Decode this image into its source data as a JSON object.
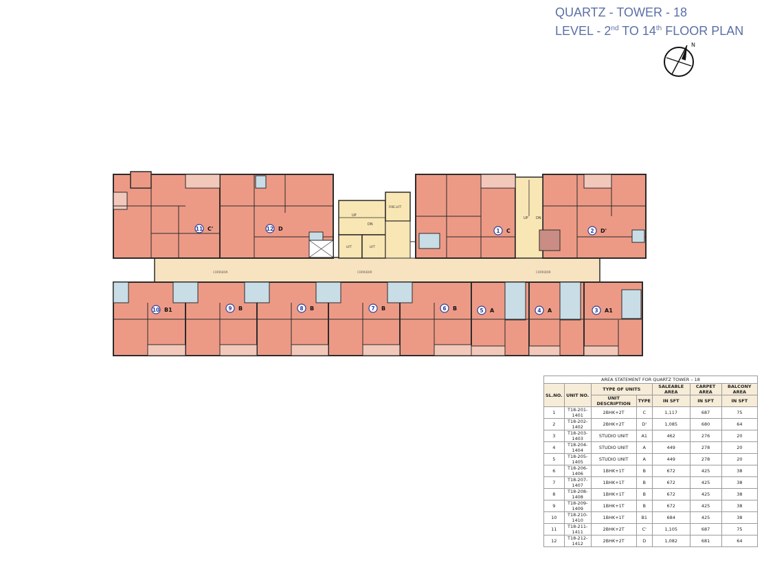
{
  "header": {
    "line1": "QUARTZ - TOWER - 18",
    "line2_prefix": "LEVEL - 2",
    "line2_sup1": "nd",
    "line2_mid": " TO 14",
    "line2_sup2": "th",
    "line2_suffix": " FLOOR PLAN"
  },
  "compass": {
    "north_label": "N",
    "icon": "north-arrow-icon"
  },
  "colors": {
    "room": "#ec9a86",
    "corridor": "#f8e3c0",
    "wall": "#2a2a2a",
    "balcony": "#f2c8bb",
    "toilet_blue": "#c8dde6",
    "title": "#5b6fa6",
    "badge": "#2b3d9a"
  },
  "plan": {
    "corridor_label": "CORRIDOR",
    "lift_label": "LIFT",
    "fire_lift_label": "FIRE LIFT",
    "up_label": "UP",
    "dn_label": "DN",
    "units": [
      {
        "num": "11",
        "type": "C'"
      },
      {
        "num": "12",
        "type": "D"
      },
      {
        "num": "1",
        "type": "C"
      },
      {
        "num": "2",
        "type": "D'"
      },
      {
        "num": "10",
        "type": "B1"
      },
      {
        "num": "9",
        "type": "B"
      },
      {
        "num": "8",
        "type": "B"
      },
      {
        "num": "7",
        "type": "B"
      },
      {
        "num": "6",
        "type": "B"
      },
      {
        "num": "5",
        "type": "A"
      },
      {
        "num": "4",
        "type": "A"
      },
      {
        "num": "3",
        "type": "A1"
      }
    ]
  },
  "area_statement": {
    "caption": "AREA STATEMENT FOR QUARTZ TOWER – 18",
    "headers": {
      "sl_no": "SL.NO.",
      "unit_no": "UNIT NO.",
      "type_of_units": "TYPE OF UNITS",
      "unit_description": "UNIT DESCRIPTION",
      "type": "TYPE",
      "saleable": "SALEABLE AREA",
      "carpet": "CARPET AREA",
      "balcony": "BALCONY AREA",
      "unit_sft": "IN SFT"
    },
    "rows": [
      [
        "1",
        "T18-201-1401",
        "2BHK+2T",
        "C",
        "1,117",
        "687",
        "75"
      ],
      [
        "2",
        "T18-202-1402",
        "2BHK+2T",
        "D'",
        "1,085",
        "680",
        "64"
      ],
      [
        "3",
        "T18-203-1403",
        "STUDIO UNIT",
        "A1",
        "462",
        "276",
        "20"
      ],
      [
        "4",
        "T18-204-1404",
        "STUDIO UNIT",
        "A",
        "449",
        "278",
        "20"
      ],
      [
        "5",
        "T18-205-1405",
        "STUDIO UNIT",
        "A",
        "449",
        "278",
        "20"
      ],
      [
        "6",
        "T18-206-1406",
        "1BHK+1T",
        "B",
        "672",
        "425",
        "38"
      ],
      [
        "7",
        "T18-207-1407",
        "1BHK+1T",
        "B",
        "672",
        "425",
        "38"
      ],
      [
        "8",
        "T18-208-1408",
        "1BHK+1T",
        "B",
        "672",
        "425",
        "38"
      ],
      [
        "9",
        "T18-209-1409",
        "1BHK+1T",
        "B",
        "672",
        "425",
        "38"
      ],
      [
        "10",
        "T18-210-1410",
        "1BHK+1T",
        "B1",
        "684",
        "425",
        "38"
      ],
      [
        "11",
        "T18-211-1411",
        "2BHK+2T",
        "C'",
        "1,105",
        "687",
        "75"
      ],
      [
        "12",
        "T18-212-1412",
        "2BHK+2T",
        "D",
        "1,082",
        "681",
        "64"
      ]
    ]
  }
}
